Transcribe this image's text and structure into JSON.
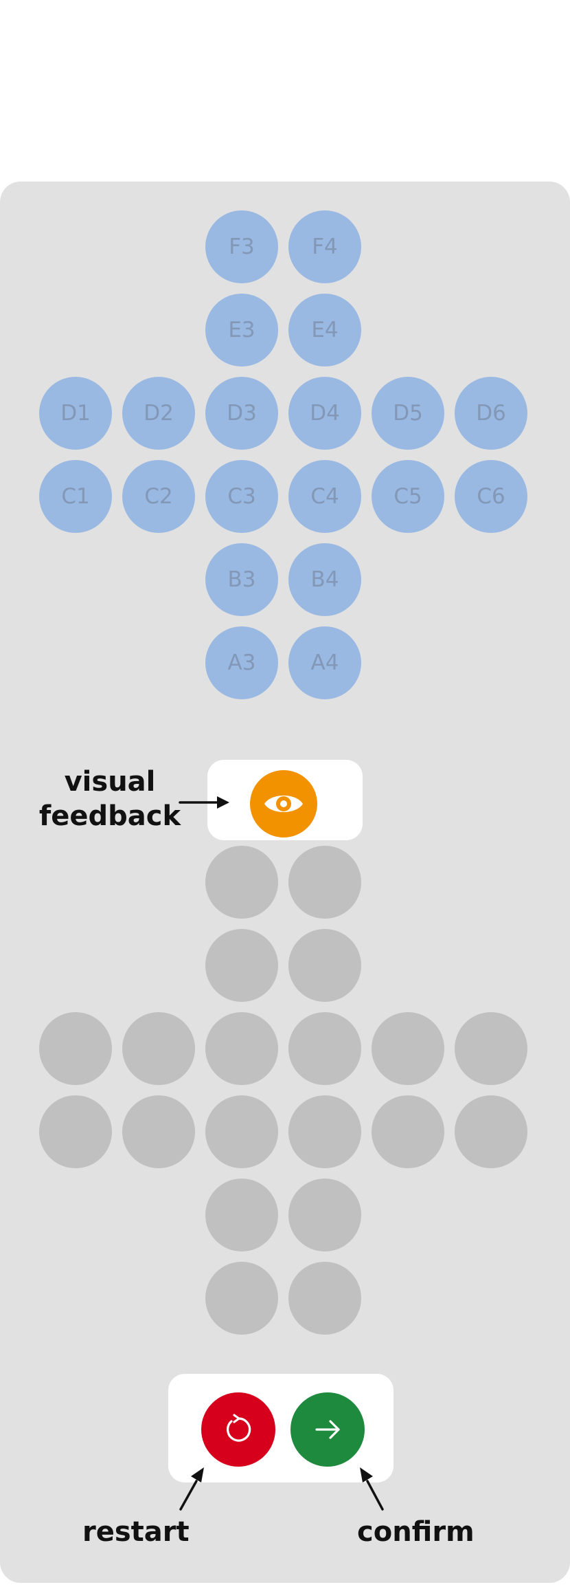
{
  "top_grid": {
    "row_f": [
      "F3",
      "F4"
    ],
    "row_e": [
      "E3",
      "E4"
    ],
    "row_d": [
      "D1",
      "D2",
      "D3",
      "D4",
      "D5",
      "D6"
    ],
    "row_c": [
      "C1",
      "C2",
      "C3",
      "C4",
      "C5",
      "C6"
    ],
    "row_b": [
      "B3",
      "B4"
    ],
    "row_a": [
      "A3",
      "A4"
    ]
  },
  "annotations": {
    "visual_feedback_line1": "visual",
    "visual_feedback_line2": "feedback",
    "restart": "restart",
    "confirm": "confirm"
  },
  "icons": {
    "feedback": "eye-icon",
    "restart": "restart-icon",
    "confirm": "arrow-right-icon"
  },
  "colors": {
    "panel_background": "#e1e1e1",
    "labeled_cell": "#99b9e3",
    "labeled_cell_text": "#8298b6",
    "blank_cell": "#c0c0c0",
    "feedback_button": "#f39200",
    "restart_button": "#d6001c",
    "confirm_button": "#1e8a3d"
  }
}
